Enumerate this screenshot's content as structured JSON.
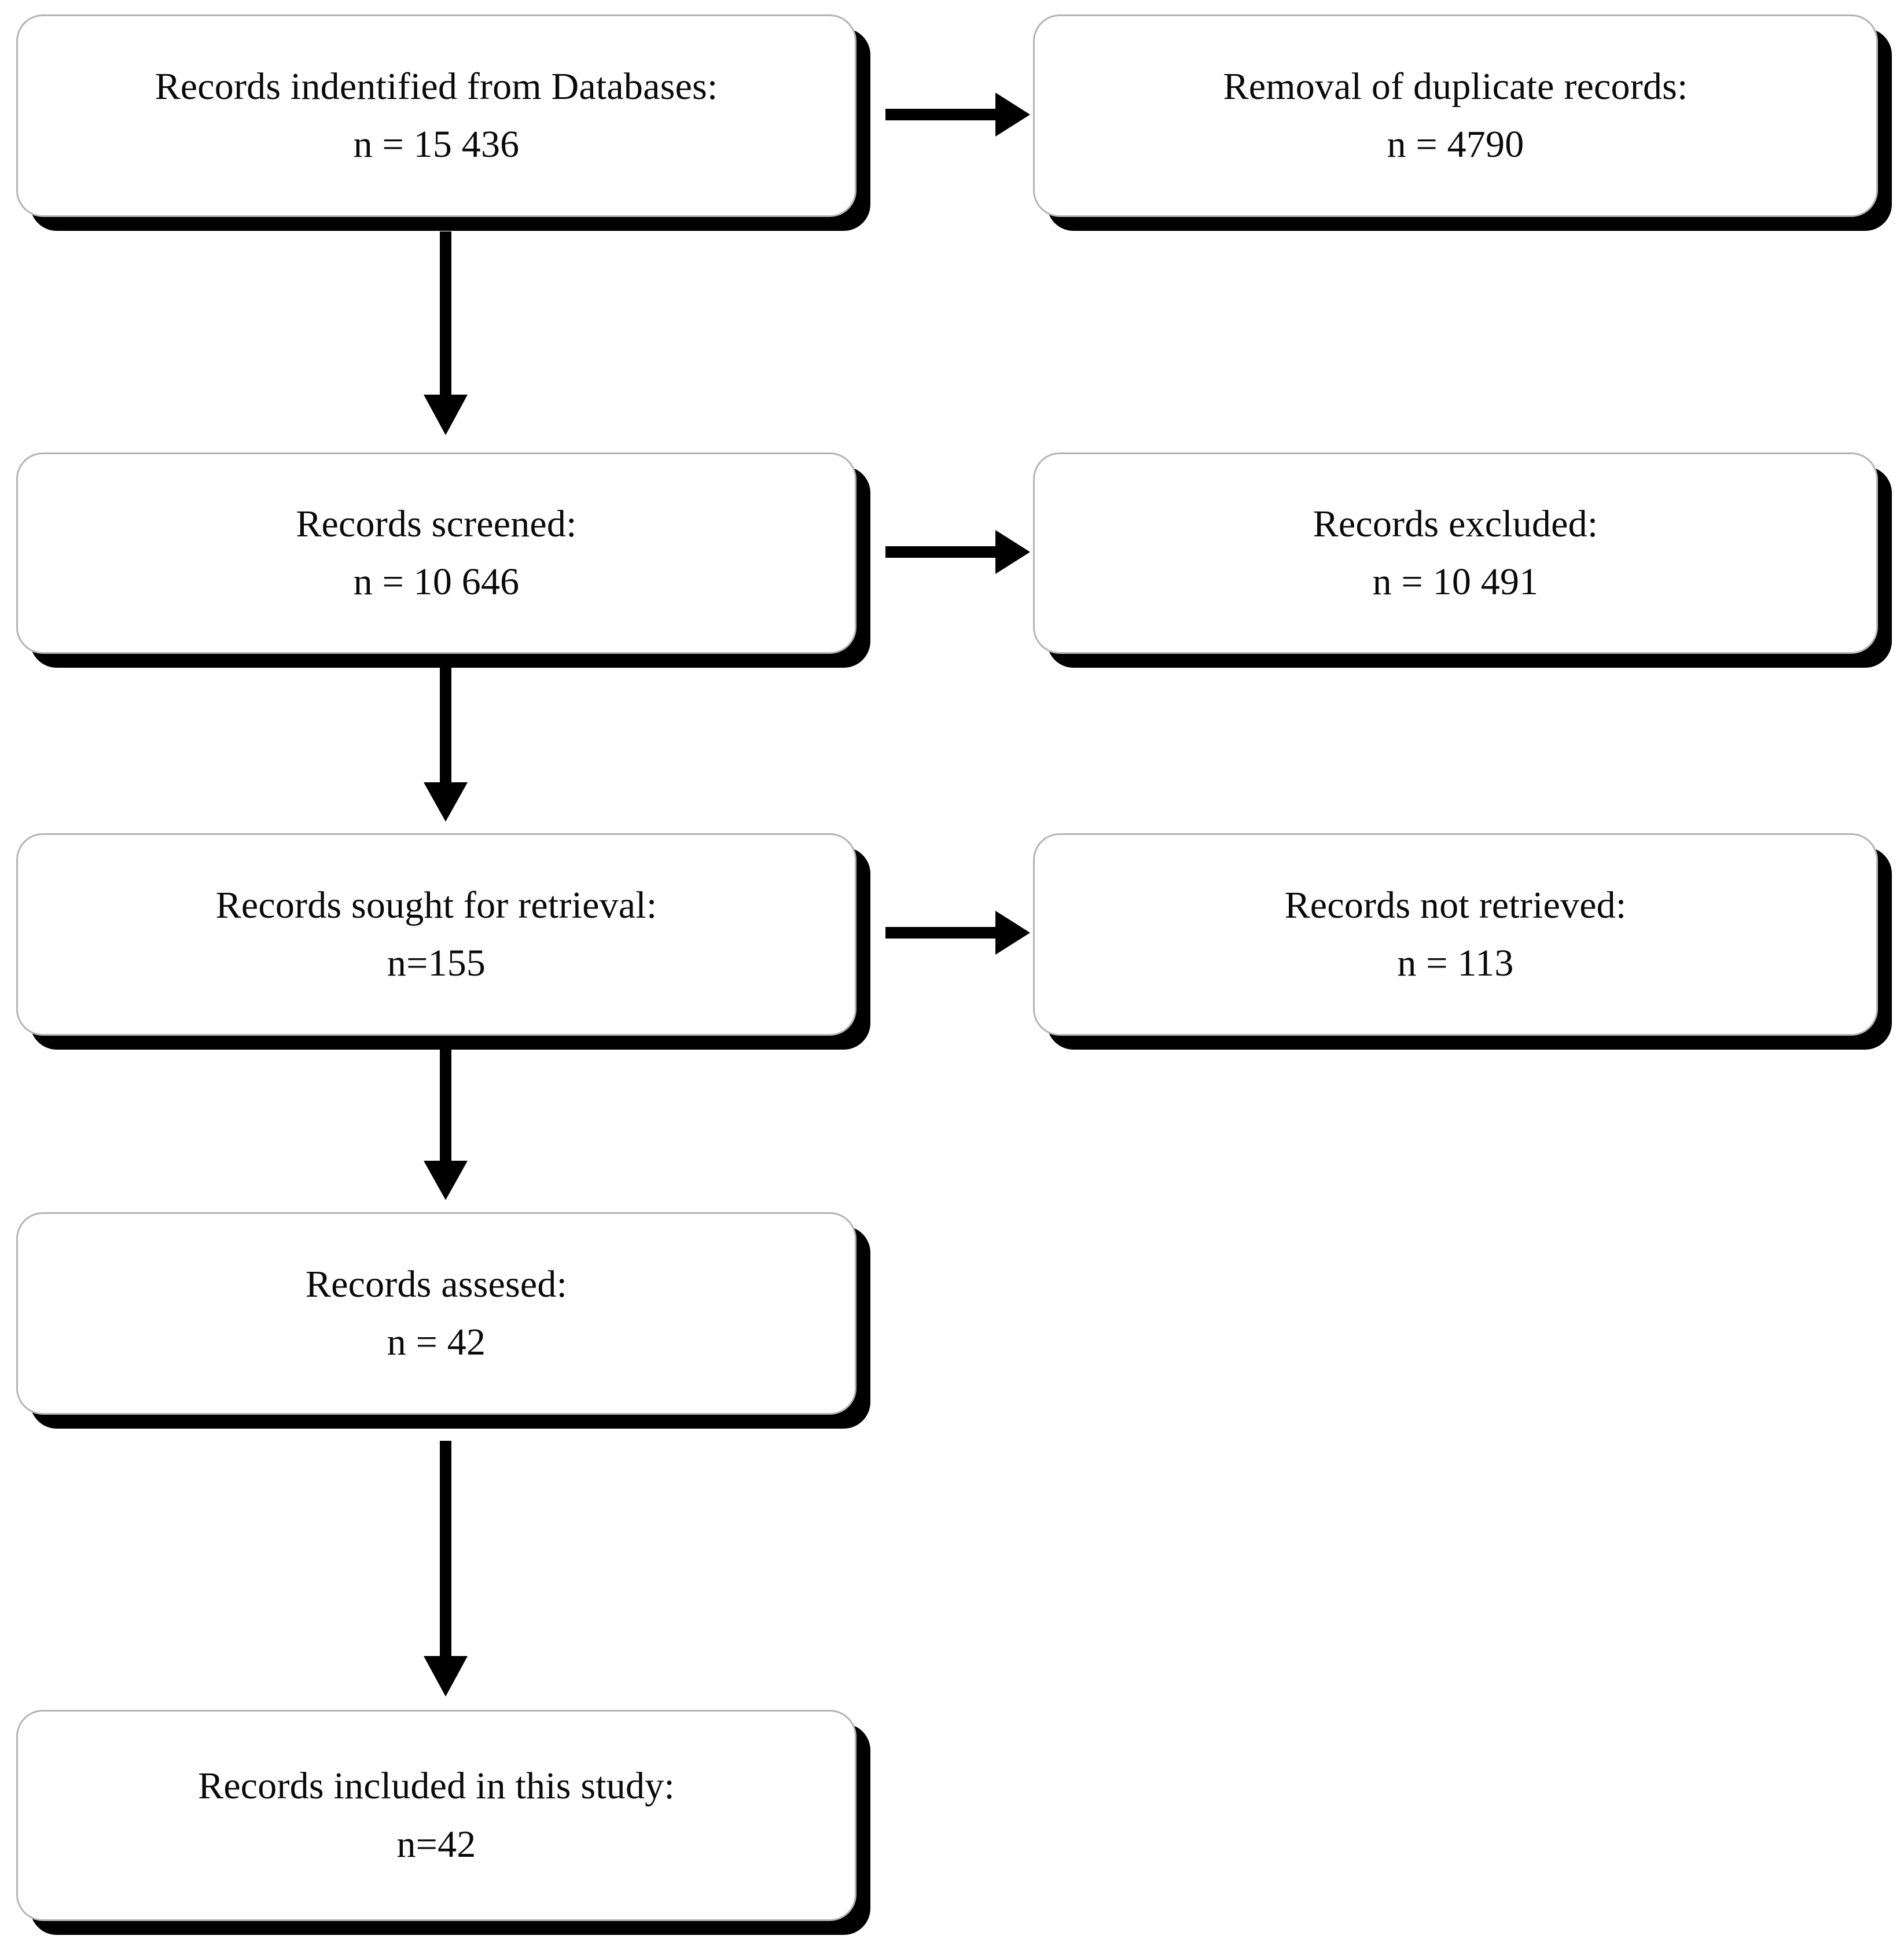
{
  "diagram": {
    "title": "PRISMA records selection flow diagram",
    "colors": {
      "box_border": "#b4b4b4",
      "box_shadow": "#000000",
      "box_fill": "#ffffff",
      "text": "#0a0a0a",
      "arrow": "#000000"
    },
    "nodes": [
      {
        "id": "records-identified",
        "label": "Records indentified from Databases:",
        "count": "n = 15 436"
      },
      {
        "id": "duplicates-removed",
        "label": "Removal of duplicate records:",
        "count": "n = 4790"
      },
      {
        "id": "records-screened",
        "label": "Records screened:",
        "count": "n = 10 646"
      },
      {
        "id": "records-excluded",
        "label": "Records excluded:",
        "count": "n = 10 491"
      },
      {
        "id": "records-sought",
        "label": "Records sought for retrieval:",
        "count": "n=155"
      },
      {
        "id": "records-not-retrieved",
        "label": "Records not retrieved:",
        "count": "n = 113"
      },
      {
        "id": "records-assessed",
        "label": "Records assesed:",
        "count": "n = 42"
      },
      {
        "id": "records-included",
        "label": "Records included in this study:",
        "count": "n=42"
      }
    ],
    "arrows": [
      {
        "id": "identified-to-duplicates",
        "direction": "right",
        "icon": "arrow-right-icon"
      },
      {
        "id": "identified-to-screened",
        "direction": "down",
        "icon": "arrow-down-icon"
      },
      {
        "id": "screened-to-excluded",
        "direction": "right",
        "icon": "arrow-right-icon"
      },
      {
        "id": "screened-to-sought",
        "direction": "down",
        "icon": "arrow-down-icon"
      },
      {
        "id": "sought-to-not-retrieved",
        "direction": "right",
        "icon": "arrow-right-icon"
      },
      {
        "id": "sought-to-assessed",
        "direction": "down",
        "icon": "arrow-down-icon"
      },
      {
        "id": "assessed-to-included",
        "direction": "down",
        "icon": "arrow-down-icon"
      }
    ]
  }
}
